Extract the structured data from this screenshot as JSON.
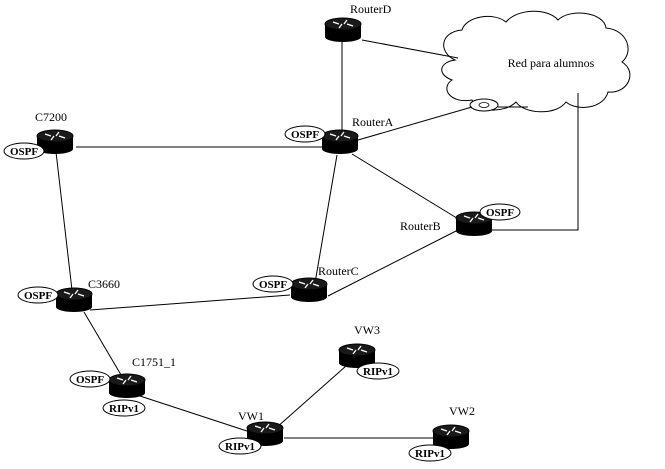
{
  "routers": {
    "RouterD": "RouterD",
    "RouterA": "RouterA",
    "RouterB": "RouterB",
    "RouterC": "RouterC",
    "C7200": "C7200",
    "C3660": "C3660",
    "C1751_1": "C1751_1",
    "VW1": "VW1",
    "VW2": "VW2",
    "VW3": "VW3"
  },
  "cloud": {
    "label": "Red para alumnos"
  },
  "protocols": {
    "ospf": "OSPF",
    "rip": "RIPv1"
  }
}
